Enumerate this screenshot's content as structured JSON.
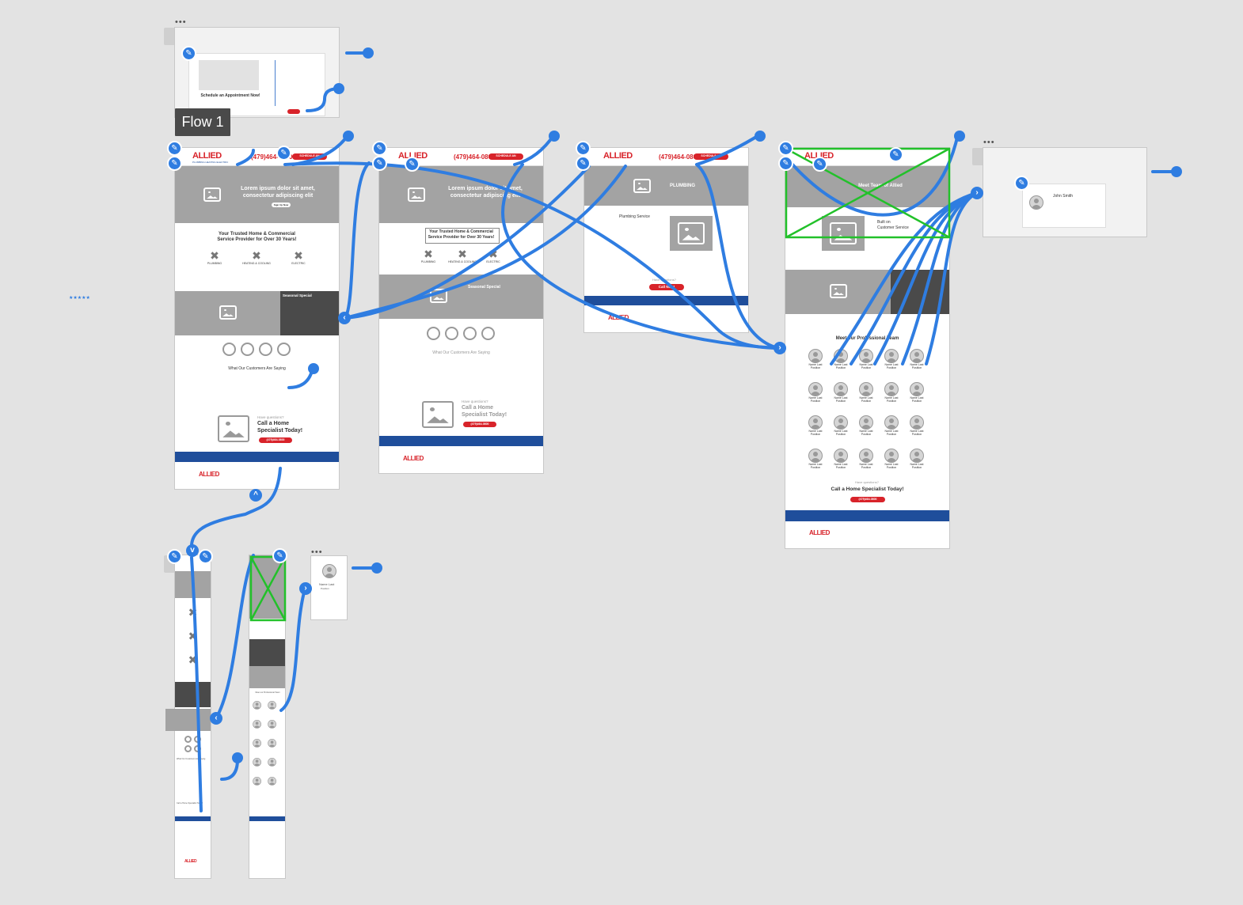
{
  "canvas": {
    "flow_label": "Flow 1",
    "more_dots": "•••"
  },
  "popup_schedule": {
    "title": "Schedule an Appointment Now!"
  },
  "page_home": {
    "logo": "ALLIED",
    "logo_sub": "PLUMBING HEATING ELECTRIC",
    "phone": "(479)464-0800",
    "cta": "SCHEDULE AN APPOINTMENT",
    "hero_line1": "Lorem ipsum dolor sit amet,",
    "hero_line2": "consectetur adipiscing elit",
    "hero_btn": "Sign Up Now",
    "trusted_line1": "Your Trusted Home & Commercial",
    "trusted_line2": "Service Provider for Over 30 Years!",
    "services": [
      "PLUMBING",
      "HEATING & COOLING",
      "ELECTRIC"
    ],
    "special_title": "Seasonal Special",
    "testimonials_title": "What Our Customers Are Saying",
    "cta_q": "Have questions?",
    "cta_line1": "Call a Home",
    "cta_line2": "Specialist Today!",
    "cta_phone": "(479)464-0800"
  },
  "page_plumbing": {
    "hero": "PLUMBING",
    "service_title": "Plumbing Service",
    "cta_q": "Have questions?",
    "cta_btn": "Call Now!"
  },
  "page_about": {
    "hero": "Meet Team of Allied",
    "built_line1": "Built on",
    "built_line2": "Customer Service",
    "team_title": "Meet our Professional Team",
    "member_name": "Name Last",
    "member_pos": "Position",
    "cta_q": "Have questions?",
    "cta_title": "Call a Home Specialist Today!"
  },
  "modal_bio": {
    "name": "John Smith"
  },
  "mobile_bio": {
    "name": "Name Last",
    "position": "Position"
  },
  "mobile_about": {
    "team_title": "Meet our Professional Team"
  },
  "mobile_home": {
    "call": "Call a Home Specialist Today!",
    "testimonials": "What Our Customers Are Saying"
  }
}
